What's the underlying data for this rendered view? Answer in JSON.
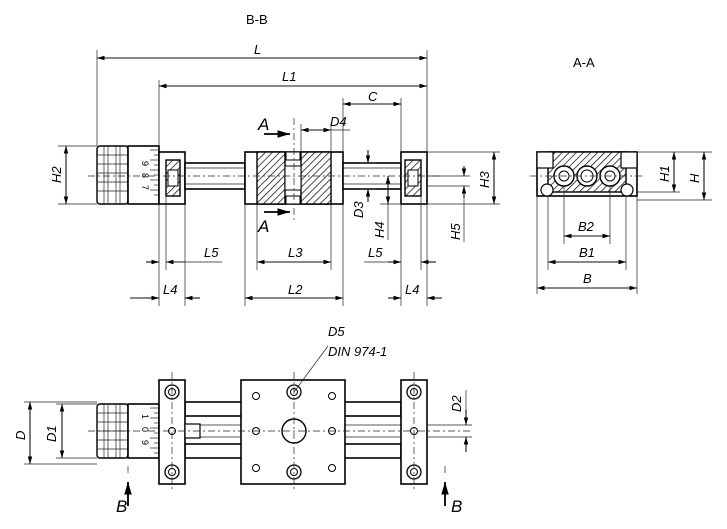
{
  "views": {
    "section_bb_title": "B-B",
    "section_aa_title": "A-A"
  },
  "dimensions": {
    "L": "L",
    "L1": "L1",
    "C": "C",
    "D4": "D4",
    "H2": "H2",
    "D3": "D3",
    "H4": "H4",
    "H3": "H3",
    "H5": "H5",
    "L5_left": "L5",
    "L3": "L3",
    "L5_right": "L5",
    "L4_left": "L4",
    "L2": "L2",
    "L4_right": "L4",
    "H1": "H1",
    "H": "H",
    "B2": "B2",
    "B1": "B1",
    "B": "B",
    "D": "D",
    "D1": "D1",
    "D2": "D2",
    "D5": "D5"
  },
  "section_markers": {
    "A_top": "A",
    "A_bottom": "A",
    "B_left": "B",
    "B_right": "B"
  },
  "notes": {
    "standard": "DIN 974-1"
  },
  "scale_digits": {
    "top": [
      "9",
      "8",
      "7"
    ],
    "bottom": [
      "1",
      "0",
      "9"
    ]
  }
}
